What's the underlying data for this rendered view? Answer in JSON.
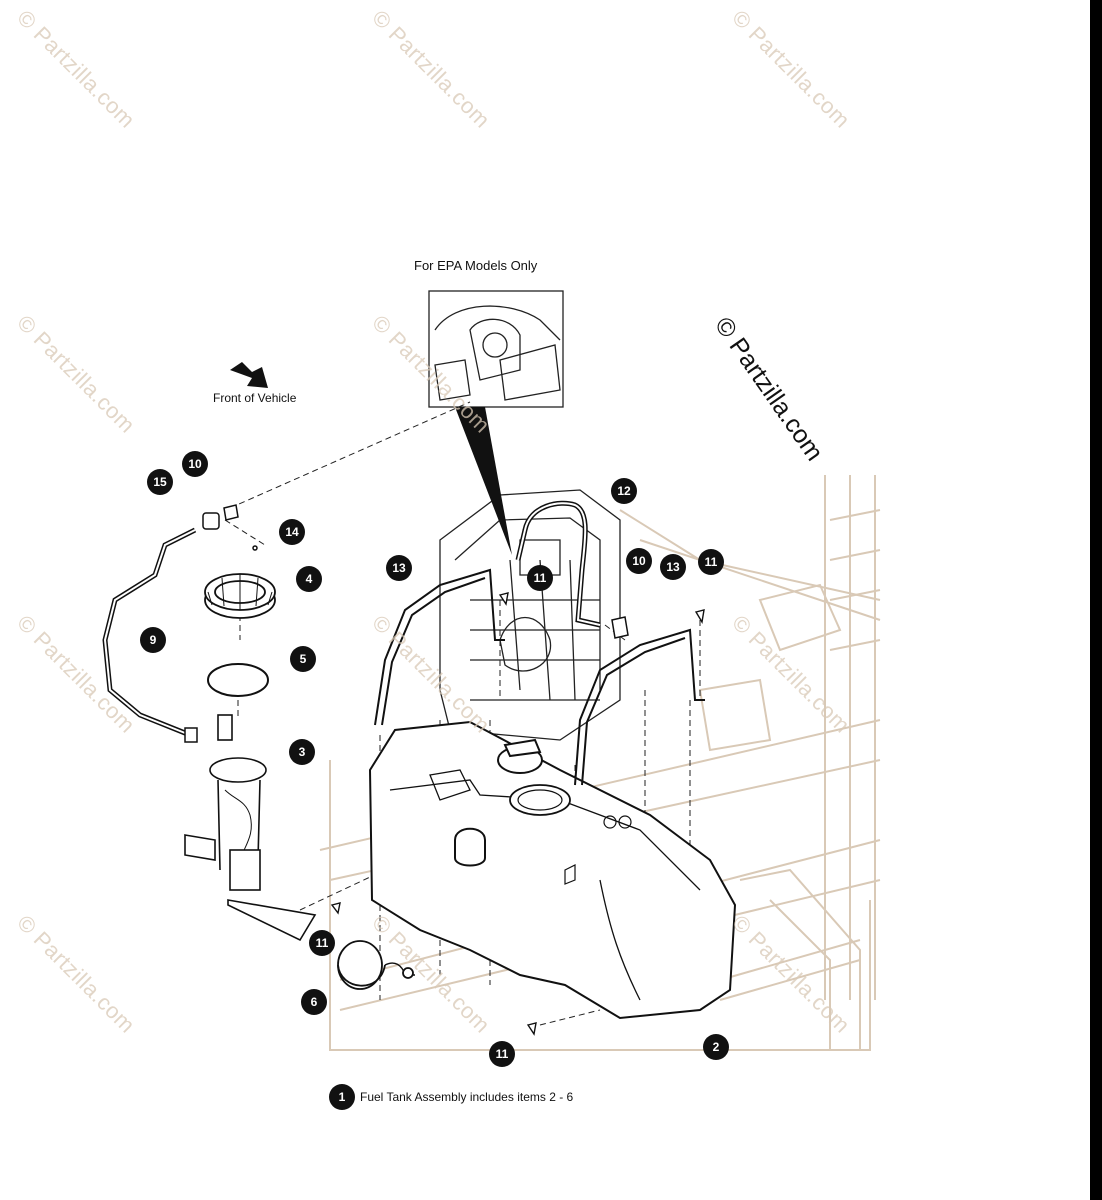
{
  "labels": {
    "epa_note": "For EPA Models Only",
    "front_of_vehicle": "Front of Vehicle",
    "footnote_number": "1",
    "footnote_text": "Fuel Tank Assembly includes items 2 - 6",
    "watermark_brand": "© Partzilla.com"
  },
  "callouts": {
    "c2": "2",
    "c3": "3",
    "c4": "4",
    "c5": "5",
    "c6": "6",
    "c9": "9",
    "c10a": "10",
    "c10b": "10",
    "c11a": "11",
    "c11b": "11",
    "c11c": "11",
    "c11d": "11",
    "c12": "12",
    "c13a": "13",
    "c13b": "13",
    "c14": "14",
    "c15": "15"
  },
  "colors": {
    "line_art": "#222222",
    "frame_art": "#d9c9b6",
    "callout_fill": "#111111",
    "callout_text": "#ffffff"
  }
}
